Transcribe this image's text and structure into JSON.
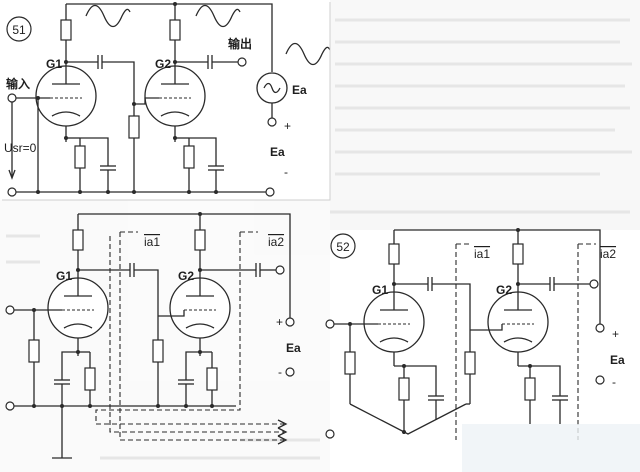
{
  "figure": {
    "diagram51": {
      "number": "51",
      "input_label": "输入",
      "output_label": "输出",
      "tube1": "G1",
      "tube2": "G2",
      "bias_label": "Usr=0",
      "source_label": "Ea",
      "dc_label": "Ea",
      "plus": "+",
      "minus": "-"
    },
    "diagram_lower_left": {
      "tube1": "G1",
      "tube2": "G2",
      "current1": "ia1",
      "current2": "ia2",
      "supply": "Ea",
      "plus": "+",
      "minus": "-"
    },
    "diagram52": {
      "number": "52",
      "tube1": "G1",
      "tube2": "G2",
      "current1": "ia1",
      "current2": "ia2",
      "supply": "Ea",
      "plus": "+",
      "minus": "-"
    }
  }
}
